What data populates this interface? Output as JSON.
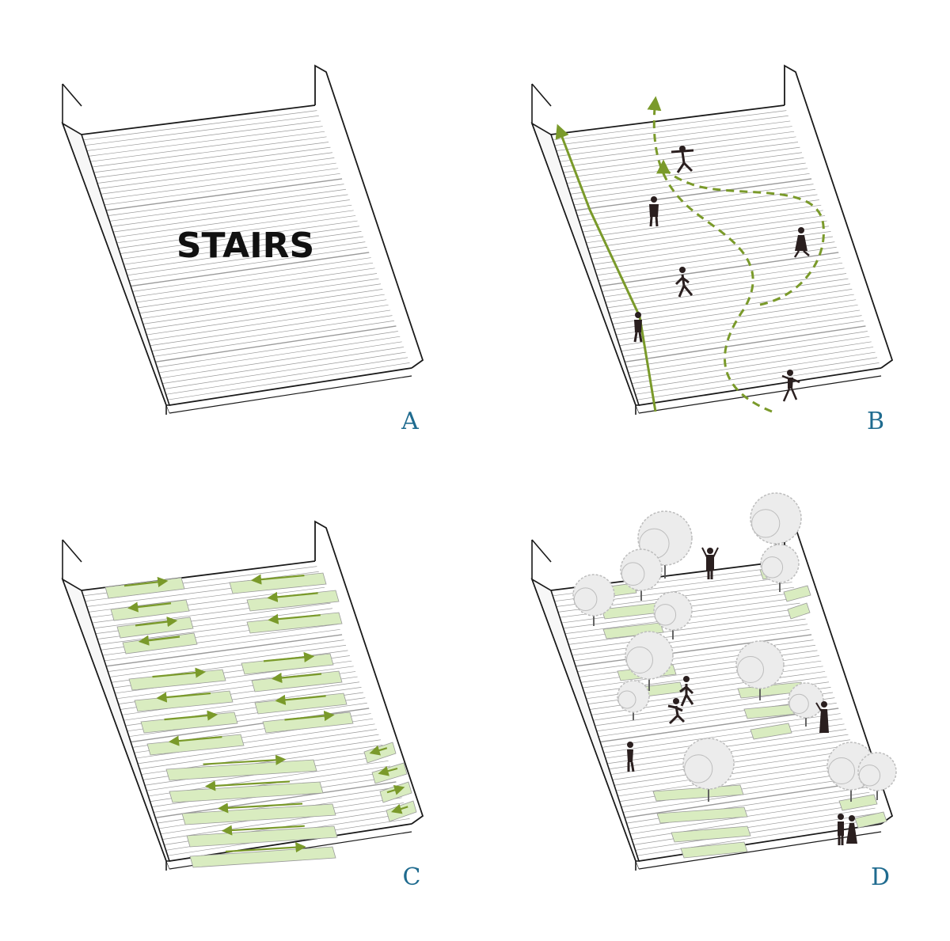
{
  "colors": {
    "line": "#1a1a1a",
    "step_line": "#9a9a9a",
    "green_line": "#7a9a2a",
    "green_fill": "#d9ecc0",
    "tree": "#bdbdbd",
    "people": "#2a1f1f",
    "letter": "#1f6b8f"
  },
  "panels": {
    "a": {
      "letter": "A",
      "caption": "STAIRS"
    },
    "b": {
      "letter": "B"
    },
    "c": {
      "letter": "C"
    },
    "d": {
      "letter": "D"
    }
  }
}
